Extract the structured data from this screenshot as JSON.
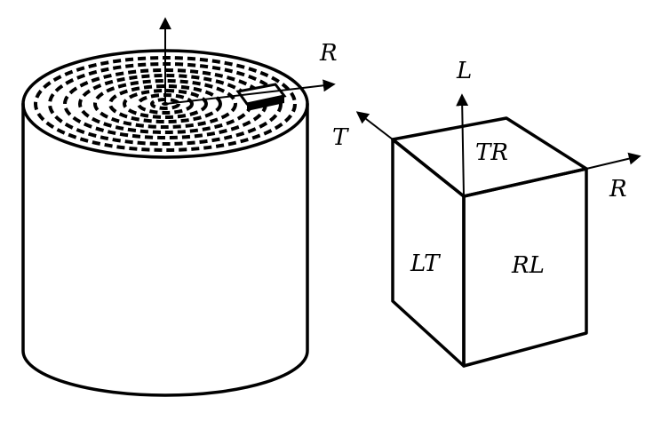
{
  "log": {
    "radial_label": "R"
  },
  "cube": {
    "axis_labels": {
      "longitudinal": "L",
      "tangential": "T",
      "radial": "R"
    },
    "face_labels": {
      "top": "TR",
      "left": "LT",
      "right": "RL"
    }
  }
}
